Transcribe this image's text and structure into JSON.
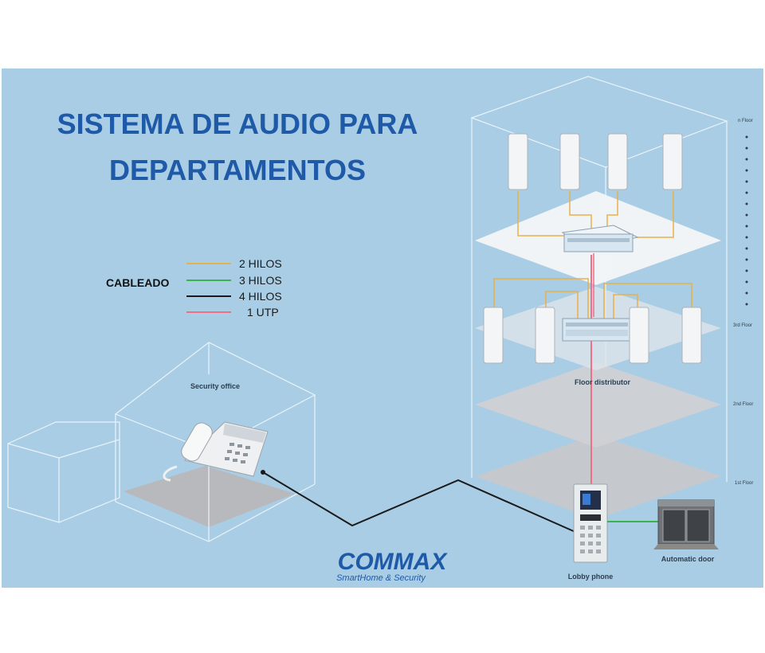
{
  "title": {
    "line1": "SISTEMA DE AUDIO PARA",
    "line2": "DEPARTAMENTOS"
  },
  "legend": {
    "heading": "CABLEADO",
    "items": [
      {
        "label": "2 HILOS",
        "color": "#e8b04a"
      },
      {
        "label": "3 HILOS",
        "color": "#3ab34a"
      },
      {
        "label": "4 HILOS",
        "color": "#1a1a1a"
      },
      {
        "label": "1 UTP",
        "color": "#ee6f86"
      }
    ]
  },
  "labels": {
    "security_office": "Security office",
    "floor_distributor": "Floor distributor",
    "lobby_phone": "Lobby phone",
    "automatic_door": "Automatic door"
  },
  "floors": {
    "n": "n Floor",
    "third": "3rd Floor",
    "second": "2nd Floor",
    "first": "1st Floor"
  },
  "brand": {
    "name": "COMMAX",
    "tagline": "SmartHome & Security"
  },
  "colors": {
    "background": "#a9cde4",
    "title": "#1f5aa8",
    "wire_2": "#e8b04a",
    "wire_3": "#3ab34a",
    "wire_4": "#1a1a1a",
    "wire_utp": "#ee6f86"
  }
}
